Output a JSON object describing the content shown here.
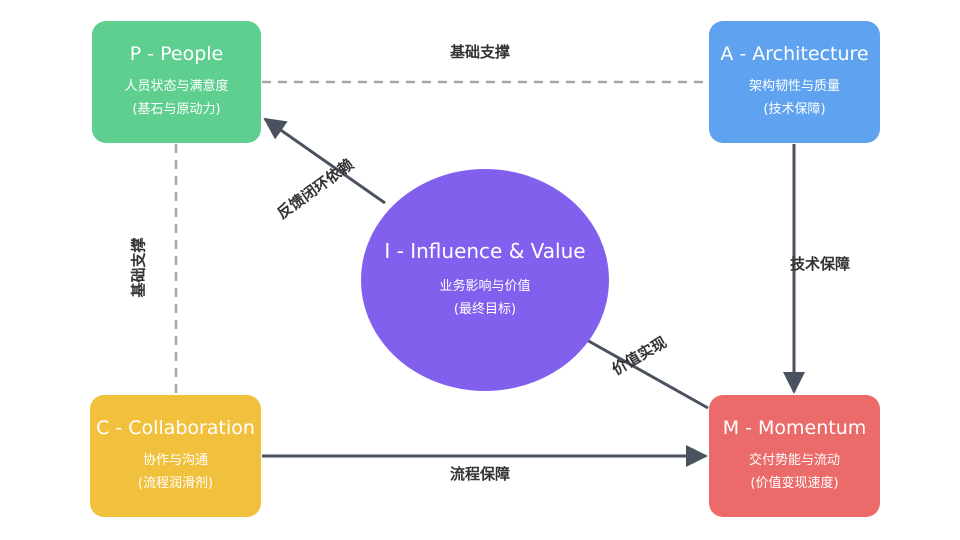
{
  "nodes": {
    "people": {
      "title": "P - People",
      "line1": "人员状态与满意度",
      "line2": "(基石与原动力)",
      "color": "#5fcf8f"
    },
    "architecture": {
      "title": "A - Architecture",
      "line1": "架构韧性与质量",
      "line2": "(技术保障)",
      "color": "#5fa3f0"
    },
    "influence": {
      "title": "I - Influence & Value",
      "line1": "业务影响与价值",
      "line2": "(最终目标)",
      "color": "#8260ee"
    },
    "collaboration": {
      "title": "C - Collaboration",
      "line1": "协作与沟通",
      "line2": "(流程润滑剂)",
      "color": "#f1c13d"
    },
    "momentum": {
      "title": "M - Momentum",
      "line1": "交付势能与流动",
      "line2": "(价值变现速度)",
      "color": "#eb6a6a"
    }
  },
  "edges": {
    "people_architecture": "基础支撑",
    "people_collaboration": "基础支撑",
    "architecture_momentum": "技术保障",
    "collaboration_momentum": "流程保障",
    "influence_people": "反馈闭环依赖",
    "momentum_influence": "价值实现"
  }
}
